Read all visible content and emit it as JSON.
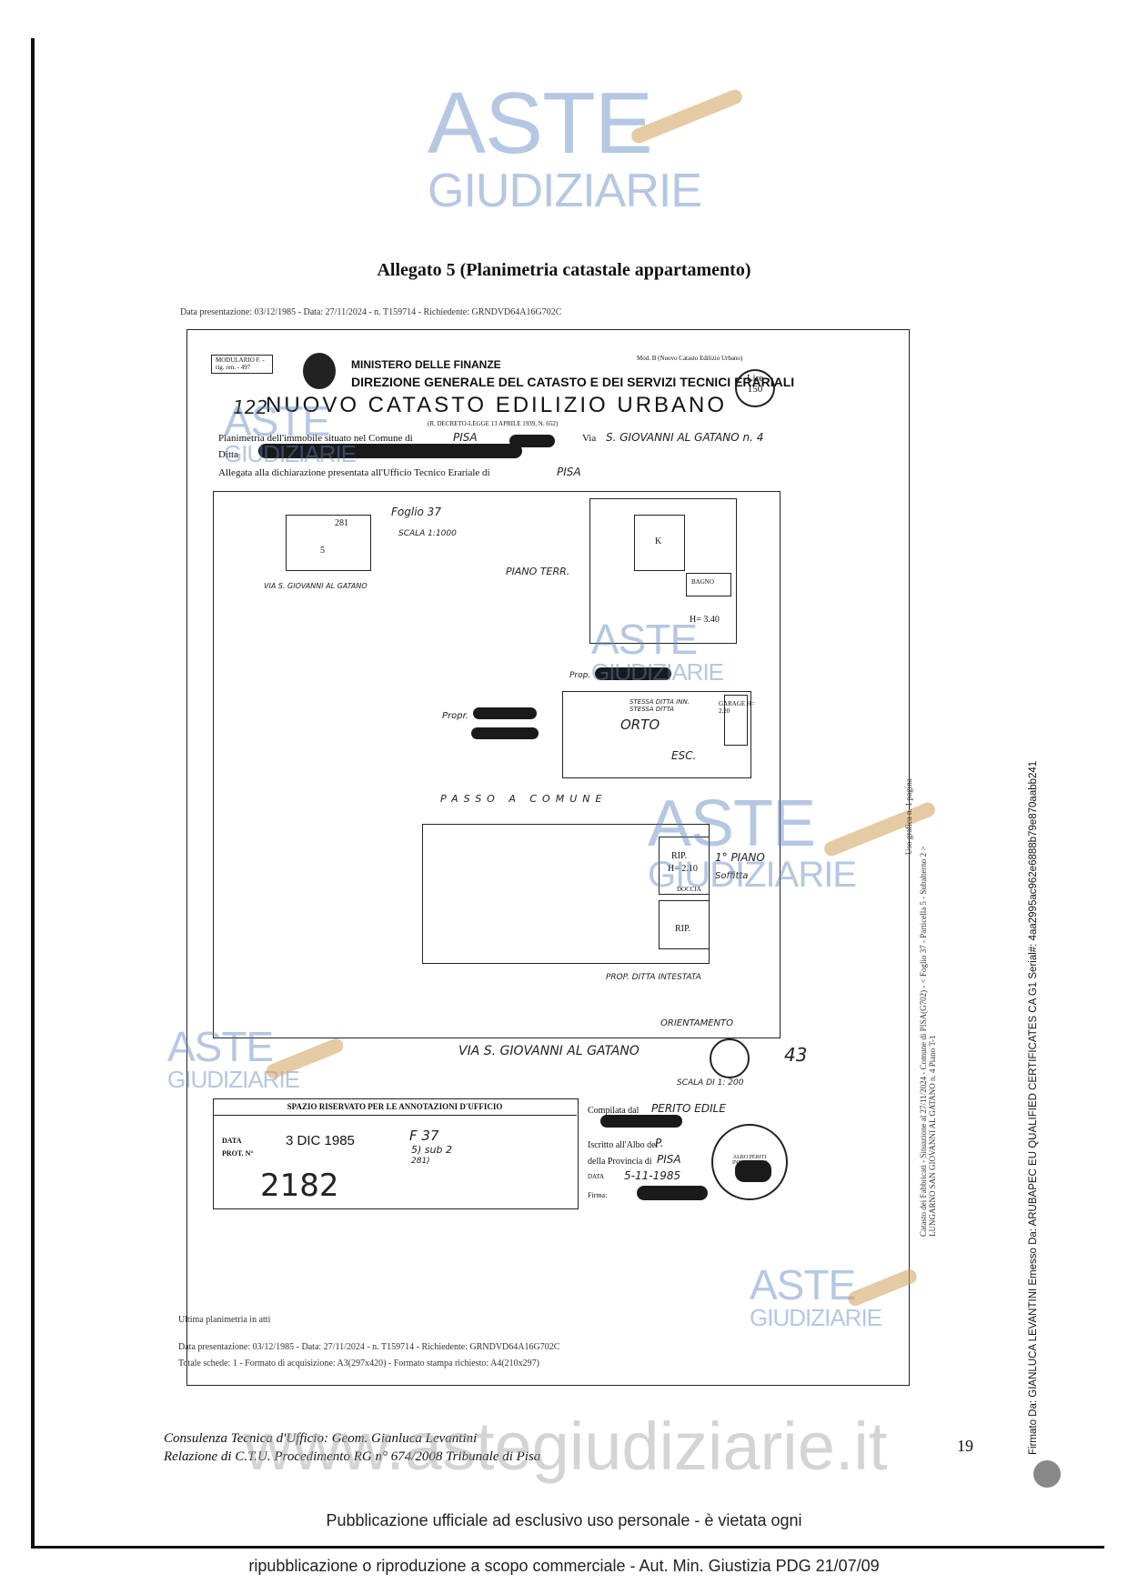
{
  "watermark": {
    "line1": "ASTE",
    "line2": "GIUDIZIARIE",
    "site": "www.astegiudiziarie.it"
  },
  "heading": "Allegato 5 (Planimetria catastale appartamento)",
  "meta_top": "Data presentazione: 03/12/1985 - Data: 27/11/2024 - n. T159714 - Richiedente: GRNDVD64A16G702C",
  "form": {
    "model_box": "MODULARIO F. - rig. ren. - 497",
    "mod_b": "Mod. B (Nuovo Catasto Edilizio Urbano)",
    "ministry": "MINISTERO DELLE FINANZE",
    "direction": "DIREZIONE GENERALE DEL CATASTO E DEI SERVIZI TECNICI ERARIALI",
    "catasto_title": "NUOVO CATASTO EDILIZIO URBANO",
    "decree": "(R. DECRETO-LEGGE 13 APRILE 1939, N. 652)",
    "lire_label": "Lire",
    "lire_value": "150",
    "form_number": "122",
    "planimetria_label": "Planimetria dell'immobile situato nel Comune di",
    "comune": "PISA",
    "via_label": "Via",
    "via": "S. GIOVANNI AL GATANO n. 4",
    "ditta_label": "Ditta",
    "allegata_label": "Allegata alla dichiarazione presentata all'Ufficio Tecnico Erariale di",
    "ufficio": "PISA"
  },
  "plan": {
    "foglio": "Foglio 37",
    "scala_top": "SCALA 1:1000",
    "mappa_281": "281",
    "mappa_5": "5",
    "mappa_via": "VIA S. GIOVANNI AL GATANO",
    "piano_terr": "PIANO TERR.",
    "room_k": "K",
    "bagno": "BAGNO",
    "h_ground": "H= 3.40",
    "prop_label": "Prop.",
    "propr_label": "Propr.",
    "orto": "ORTO",
    "stessa_ditta": "STESSA DITTA INN. STESSA DITTA",
    "garage": "GARAGE H= 2.20",
    "esc": "ESC.",
    "passo_comune": "PASSO A COMUNE",
    "rip": "RIP.",
    "h_first": "H= 2.10",
    "primo_piano": "1° PIANO",
    "soffitta": "Soffitta",
    "doccia": "DOCCIA",
    "rip2": "RIP.",
    "prop_ditta": "PROP. DITTA INTESTATA",
    "orientamento": "ORIENTAMENTO",
    "via_bottom": "VIA S. GIOVANNI AL GATANO",
    "scala_bottom": "SCALA DI 1: 200",
    "page_mark": "43"
  },
  "office": {
    "header": "SPAZIO RISERVATO PER LE ANNOTAZIONI D'UFFICIO",
    "data_label": "DATA",
    "prot_label": "PROT. N°",
    "data_value": "3 DIC 1985",
    "prot_value": "2182",
    "note_f": "F 37",
    "note_s": "5) sub 2",
    "note_281": "281)",
    "compilata_label": "Compilata dal",
    "perito": "PERITO EDILE",
    "iscritto_label": "Iscritto all'Albo dei",
    "iscritto_value": "P.",
    "provincia_label": "della Provincia di",
    "provincia_value": "PISA",
    "data2_label": "DATA",
    "data2_value": "5-11-1985",
    "firma_label": "Firma:",
    "stamp_text": "ALBO PERITI INDUSTRIALI"
  },
  "meta_bottom": {
    "ultima": "Ultima planimetria in atti",
    "line1": "Data presentazione: 03/12/1985 - Data: 27/11/2024 - n. T159714 - Richiedente: GRNDVD64A16G702C",
    "line2": "Totale schede: 1 - Formato di acquisizione: A3(297x420) - Formato stampa richiesto: A4(210x297)"
  },
  "side_catasto": {
    "line1": "Catasto dei Fabbricati - Situazione al 27/11/2024 - Comune di PISA(G702) - < Foglio 37 - Particella 5 - Subalterno 2 >",
    "line2": "LUNGARNO SAN GIOVANNI AL GATANO n. 4 Piano T-1",
    "line3": "Uso grafica",
    "line4": "n. 1 pagina"
  },
  "footer": {
    "line1": "Consulenza Tecnica d'Ufficio: Geom. Gianluca Levantini",
    "line2": "Relazione di C.T.U. Procedimento RG n° 674/2008 Tribunale di Pisa",
    "page_number": "19"
  },
  "signature": "Firmato Da: GIANLUCA LEVANTINI Emesso Da: ARUBAPEC EU QUALIFIED CERTIFICATES CA G1 Serial#: 4aa2995ac962e6888b79e870aabb241",
  "publication": {
    "line1": "Pubblicazione ufficiale ad esclusivo uso personale - è vietata ogni",
    "line2": "ripubblicazione o riproduzione a scopo commerciale - Aut. Min. Giustizia PDG 21/07/09"
  }
}
